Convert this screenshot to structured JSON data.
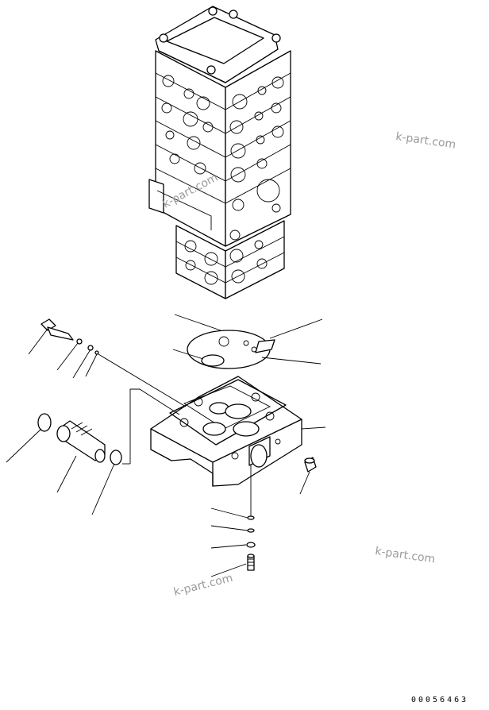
{
  "watermark": {
    "text": "k-part.com"
  },
  "document_number": "00056463",
  "parts": [
    "valve-assembly-stack",
    "gasket-plate",
    "o-ring",
    "valve-section-block",
    "cap-screw",
    "relief-valve",
    "seal-ring",
    "plug",
    "washer",
    "bolt"
  ]
}
